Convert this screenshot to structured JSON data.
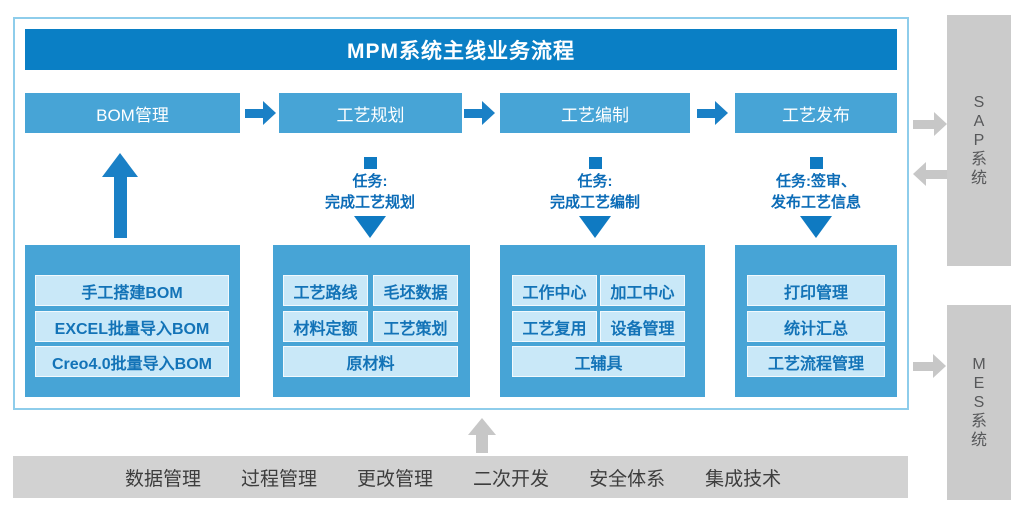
{
  "title": "MPM系统主线业务流程",
  "flow": {
    "stages": [
      {
        "label": "BOM管理"
      },
      {
        "label": "工艺规划",
        "task": {
          "line1": "任务:",
          "line2": "完成工艺规划"
        }
      },
      {
        "label": "工艺编制",
        "task": {
          "line1": "任务:",
          "line2": "完成工艺编制"
        }
      },
      {
        "label": "工艺发布",
        "task": {
          "line1": "任务:签审、",
          "line2": "发布工艺信息"
        }
      }
    ]
  },
  "groups": [
    {
      "items": [
        "手工搭建BOM",
        "EXCEL批量导入BOM",
        "Creo4.0批量导入BOM"
      ]
    },
    {
      "items": [
        "工艺路线",
        "毛坯数据",
        "材料定额",
        "工艺策划",
        "原材料"
      ]
    },
    {
      "items": [
        "工作中心",
        "加工中心",
        "工艺复用",
        "设备管理",
        "工辅具"
      ]
    },
    {
      "items": [
        "打印管理",
        "统计汇总",
        "工艺流程管理"
      ]
    }
  ],
  "external_systems": {
    "sap": {
      "label": "SAP系统"
    },
    "mes": {
      "label": "MES系统"
    }
  },
  "foundation": {
    "items": [
      "数据管理",
      "过程管理",
      "更改管理",
      "二次开发",
      "安全体系",
      "集成技术"
    ]
  },
  "colors": {
    "banner_blue": "#0a7fc5",
    "box_blue": "#47a4d6",
    "module_pale_blue": "#c9e8f8",
    "arrow_blue": "#1a80c6",
    "task_text_blue": "#0c6cb7",
    "module_text_blue": "#1373b7",
    "frame_border": "#8ecdeb",
    "system_gray": "#cbcbcb",
    "bar_gray": "#d2d2d2",
    "gray_arrow": "#c7c7c7",
    "gray_text": "#57585a"
  }
}
